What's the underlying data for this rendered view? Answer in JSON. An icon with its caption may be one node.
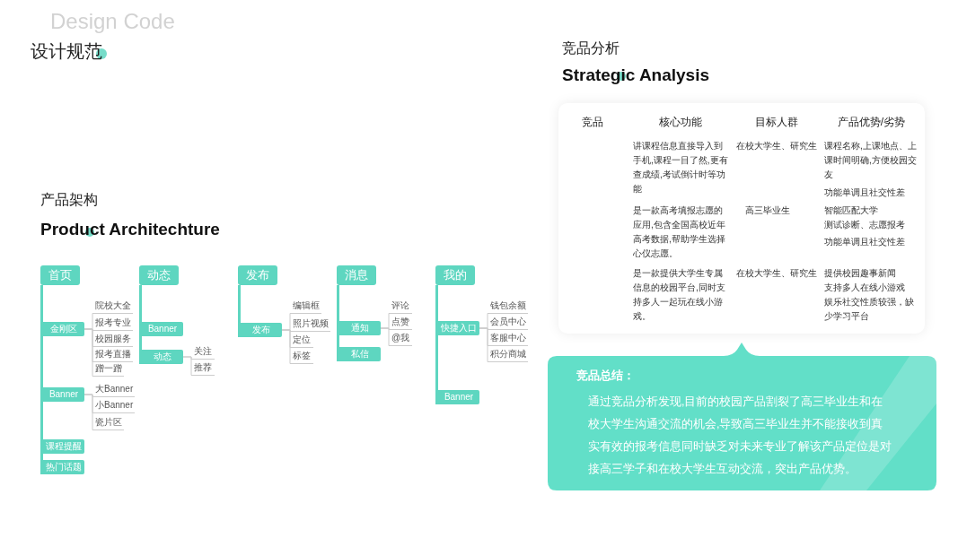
{
  "diagram": {
    "title": "设计规范",
    "nodes": [
      {
        "text": [
          "首页"
        ]
      },
      {
        "text": [
          "金刚区"
        ]
      },
      {
        "text": [
          "院校大全"
        ]
      },
      {
        "text": [
          "报考专业"
        ]
      },
      {
        "text": [
          "校园服务"
        ]
      },
      {
        "text": [
          "报考直播"
        ]
      },
      {
        "text": [
          "蹭一蹭"
        ]
      },
      {
        "text": [
          "Banner"
        ]
      },
      {
        "text": [
          "大Banner"
        ]
      },
      {
        "text": [
          "小Banner"
        ]
      },
      {
        "text": [
          "瓷片区"
        ]
      },
      {
        "text": [
          "课程提醒"
        ]
      },
      {
        "text": [
          "热门话题"
        ]
      },
      {
        "text": [
          "动态"
        ]
      },
      {
        "text": [
          "Banner"
        ]
      },
      {
        "text": [
          "动态"
        ]
      },
      {
        "text": [
          "关注"
        ]
      },
      {
        "text": [
          "推荐"
        ]
      },
      {
        "text": [
          "发布"
        ]
      },
      {
        "text": [
          "发布"
        ]
      },
      {
        "text": [
          "编辑框"
        ]
      },
      {
        "text": [
          "照片视频"
        ]
      },
      {
        "text": [
          "定位"
        ]
      },
      {
        "text": [
          "标签"
        ]
      },
      {
        "text": [
          "消息"
        ]
      },
      {
        "text": [
          "通知"
        ]
      },
      {
        "text": [
          "评论"
        ]
      },
      {
        "text": [
          "点赞"
        ]
      },
      {
        "text": [
          "@我"
        ]
      },
      {
        "text": [
          "私信"
        ]
      },
      {
        "text": [
          "我的"
        ]
      },
      {
        "text": [
          "快捷入口"
        ]
      },
      {
        "text": [
          "钱包余额"
        ]
      },
      {
        "text": [
          "会员中心"
        ]
      },
      {
        "text": [
          "客服中心"
        ]
      },
      {
        "text": [
          "积分商城"
        ]
      },
      {
        "text": [
          "Banner"
        ]
      },
      {
        "text": [
          "竞品总结：",
          "通过竞品分析发现,目前的校园产品割裂了高三毕业生和在校大学生沟通交流的机会,导致高三毕业生并不能接收到真实有效的报考信息同时缺乏对未来专业了解该产品定位是对接高三学子和在校大学生互动交流，突出产品优势。"
        ]
      }
    ],
    "edges": [
      {
        "from": 0,
        "to": 1,
        "arrow": "none",
        "style": "thick",
        "color": "#5ed6c0"
      },
      {
        "from": 0,
        "to": 7,
        "arrow": "none",
        "style": "thick",
        "color": "#5ed6c0"
      },
      {
        "from": 0,
        "to": 11,
        "arrow": "none",
        "style": "thick",
        "color": "#5ed6c0"
      },
      {
        "from": 0,
        "to": 12,
        "arrow": "none",
        "style": "thick",
        "color": "#5ed6c0"
      },
      {
        "from": 1,
        "to": 2,
        "arrow": "none"
      },
      {
        "from": 1,
        "to": 3,
        "arrow": "none"
      },
      {
        "from": 1,
        "to": 4,
        "arrow": "none"
      },
      {
        "from": 1,
        "to": 5,
        "arrow": "none"
      },
      {
        "from": 1,
        "to": 6,
        "arrow": "none"
      },
      {
        "from": 7,
        "to": 8,
        "arrow": "none"
      },
      {
        "from": 7,
        "to": 9,
        "arrow": "none"
      },
      {
        "from": 7,
        "to": 10,
        "arrow": "none"
      },
      {
        "from": 13,
        "to": 14,
        "arrow": "none",
        "style": "thick",
        "color": "#5ed6c0"
      },
      {
        "from": 13,
        "to": 15,
        "arrow": "none",
        "style": "thick",
        "color": "#5ed6c0"
      },
      {
        "from": 15,
        "to": 16,
        "arrow": "none"
      },
      {
        "from": 15,
        "to": 17,
        "arrow": "none"
      },
      {
        "from": 18,
        "to": 19,
        "arrow": "none",
        "style": "thick",
        "color": "#5ed6c0"
      },
      {
        "from": 19,
        "to": 20,
        "arrow": "none"
      },
      {
        "from": 19,
        "to": 21,
        "arrow": "none"
      },
      {
        "from": 19,
        "to": 22,
        "arrow": "none"
      },
      {
        "from": 19,
        "to": 23,
        "arrow": "none"
      },
      {
        "from": 24,
        "to": 25,
        "arrow": "none",
        "style": "thick",
        "color": "#5ed6c0"
      },
      {
        "from": 24,
        "to": 29,
        "arrow": "none",
        "style": "thick",
        "color": "#5ed6c0"
      },
      {
        "from": 25,
        "to": 26,
        "arrow": "none"
      },
      {
        "from": 25,
        "to": 27,
        "arrow": "none"
      },
      {
        "from": 25,
        "to": 28,
        "arrow": "none"
      },
      {
        "from": 30,
        "to": 31,
        "arrow": "none",
        "style": "thick",
        "color": "#5ed6c0"
      },
      {
        "from": 30,
        "to": 36,
        "arrow": "none",
        "style": "thick",
        "color": "#5ed6c0"
      },
      {
        "from": 31,
        "to": 32,
        "arrow": "none"
      },
      {
        "from": 31,
        "to": 33,
        "arrow": "none"
      },
      {
        "from": 31,
        "to": 34,
        "arrow": "none"
      },
      {
        "from": 31,
        "to": 35,
        "arrow": "none"
      }
    ],
    "labels": [
      "Design Code",
      "产品架构",
      "Product Architechture",
      "竞品分析",
      "Strategic Analysis",
      "竞品",
      "核心功能",
      "目标人群",
      "产品优势/劣势",
      "讲课程信息直接导入到手机,课程一目了然,更有查成绩,考试倒计时等功能",
      "在校大学生、研究生",
      "课程名称,上课地点、上课时间明确,方便校园交友",
      "功能单调且社交性差",
      "是一款高考填报志愿的应用,包含全国高校近年高考数据,帮助学生选择心仪志愿。",
      "高三毕业生",
      "智能匹配大学",
      "测试诊断、志愿报考",
      "功能单调且社交性差",
      "是一款提供大学生专属信息的校园平台,同时支持多人一起玩在线小游戏。",
      "在校大学生、研究生",
      "提供校园趣事新闻",
      "支持多人在线小游戏",
      "娱乐社交性质较强，缺少学习平台"
    ]
  }
}
